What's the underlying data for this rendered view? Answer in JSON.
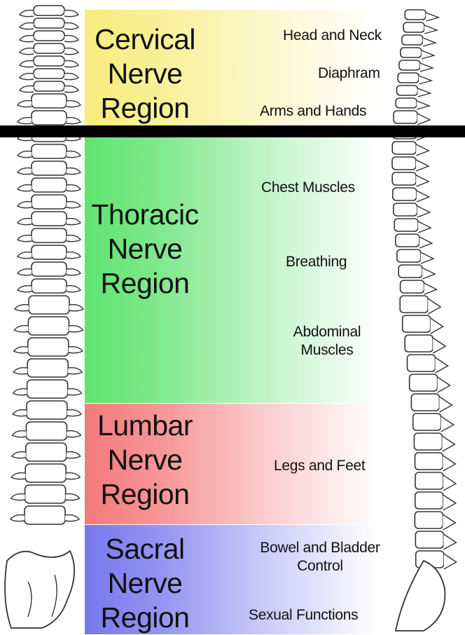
{
  "colors": {
    "cervical": "#f7ec7c",
    "thoracic": "#5fe36f",
    "lumbar": "#f47a7c",
    "sacral": "#7778ee",
    "divider": "#000000",
    "outline": "#333333"
  },
  "regions": [
    {
      "id": "cervical",
      "title": [
        "Cervical",
        "Nerve",
        "Region"
      ],
      "functions": [
        "Head and Neck",
        "Diaphram",
        "Arms and Hands"
      ]
    },
    {
      "id": "thoracic",
      "title": [
        "Thoracic",
        "Nerve",
        "Region"
      ],
      "functions": [
        "Chest Muscles",
        "Breathing",
        "Abdominal",
        "Muscles"
      ]
    },
    {
      "id": "lumbar",
      "title": [
        "Lumbar",
        "Nerve",
        "Region"
      ],
      "functions": [
        "Legs and Feet"
      ]
    },
    {
      "id": "sacral",
      "title": [
        "Sacral",
        "Nerve",
        "Region"
      ],
      "functions": [
        "Bowel and Bladder",
        "Control",
        "Sexual Functions"
      ]
    }
  ],
  "icons": [
    "spine-front-view-icon",
    "spine-side-view-icon"
  ]
}
